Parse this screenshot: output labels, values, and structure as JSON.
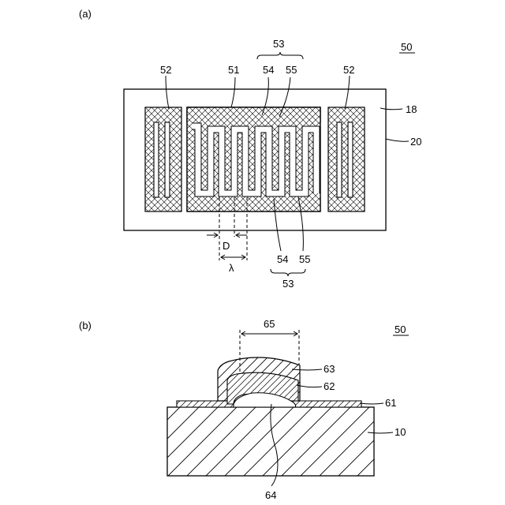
{
  "panel_a": {
    "tag": "(a)",
    "ref": "50",
    "labels": {
      "reflector_left": "52",
      "reflector_right": "52",
      "idt": "51",
      "idt_group_top": "53",
      "finger_54_top": "54",
      "finger_55_top": "55",
      "finger_54_bottom": "54",
      "finger_55_bottom": "55",
      "idt_group_bottom": "53",
      "layer_18": "18",
      "substrate_20": "20",
      "pitch_d": "D",
      "wavelength": "λ"
    }
  },
  "panel_b": {
    "tag": "(b)",
    "ref": "50",
    "labels": {
      "width_65": "65",
      "layer_63": "63",
      "layer_62": "62",
      "layer_61": "61",
      "substrate_10": "10",
      "cavity_64": "64"
    }
  },
  "colors": {
    "line": "#000000",
    "background": "#ffffff"
  }
}
